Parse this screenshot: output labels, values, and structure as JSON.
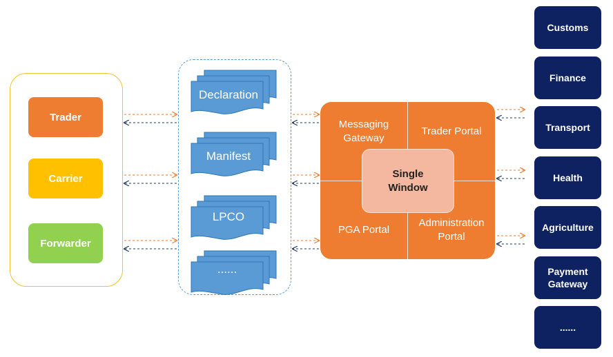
{
  "actors": [
    {
      "label": "Trader",
      "color": "#ee7d31"
    },
    {
      "label": "Carrier",
      "color": "#ffc000"
    },
    {
      "label": "Forwarder",
      "color": "#92d050"
    }
  ],
  "documents": [
    {
      "label": "Declaration"
    },
    {
      "label": "Manifest"
    },
    {
      "label": "LPCO"
    },
    {
      "label": "......"
    }
  ],
  "single_window": {
    "core_line1": "Single",
    "core_line2": "Window",
    "quadrants": {
      "top_left": [
        "Messaging",
        "Gateway"
      ],
      "top_right": [
        "Trader Portal"
      ],
      "bottom_left": [
        "PGA Portal"
      ],
      "bottom_right": [
        "Administration",
        "Portal"
      ]
    },
    "color": "#ee7d31"
  },
  "agencies": [
    {
      "label": "Customs"
    },
    {
      "label": "Finance"
    },
    {
      "label": "Transport"
    },
    {
      "label": "Health"
    },
    {
      "label": "Agriculture"
    },
    {
      "label": "Payment Gateway"
    },
    {
      "label": "......"
    }
  ],
  "colors": {
    "outbound_arrow": "#ee7d31",
    "inbound_arrow": "#1f3864",
    "document_fill": "#5b9bd5",
    "agency_fill": "#0e2160"
  }
}
